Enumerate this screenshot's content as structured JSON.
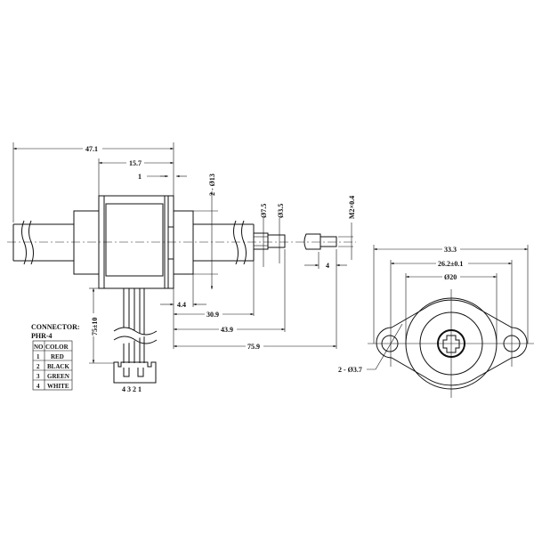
{
  "dimensions": {
    "overall_length": "47.1",
    "body_length": "15.7",
    "flange_thickness": "1",
    "boss_diameter": "2 - Ø13",
    "shaft_diameter": "Ø7.5",
    "thread_shaft_diameter": "Ø3.5",
    "thread": "M2×0.4",
    "thread_length": "4",
    "dim_4_4": "4.4",
    "dim_30_9": "30.9",
    "dim_43_9": "43.9",
    "dim_75_9": "75.9",
    "lead_length": "75±10",
    "mount_width": "33.3",
    "hole_spacing": "26.2±0.1",
    "body_diameter": "Ø20",
    "hole_diameter": "2 - Ø3.7"
  },
  "connector": {
    "title": "CONNECTOR:",
    "type": "PHR-4",
    "pin_labels": "4 3 2 1",
    "table_headers": [
      "NO",
      "COLOR"
    ],
    "rows": [
      {
        "no": "1",
        "color": "RED"
      },
      {
        "no": "2",
        "color": "BLACK"
      },
      {
        "no": "3",
        "color": "GREEN"
      },
      {
        "no": "4",
        "color": "WHITE"
      }
    ]
  }
}
